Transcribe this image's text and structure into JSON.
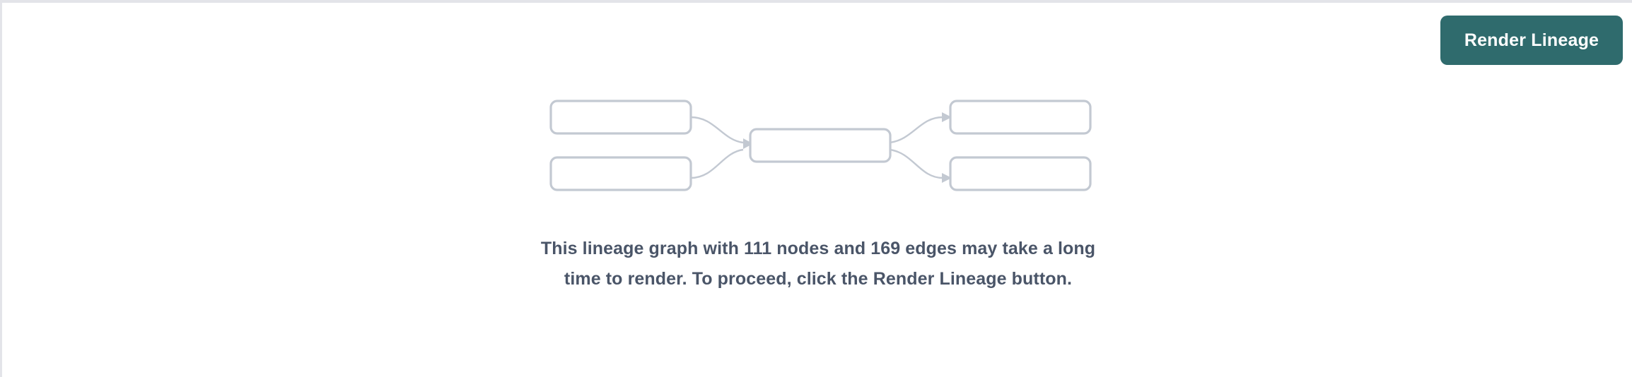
{
  "page": {
    "background_color": "#ffffff",
    "border_color": "#e3e4e9"
  },
  "toolbar": {
    "render_lineage_label": "Render Lineage",
    "accent_color": "#2f6b6d",
    "label_color": "#ffffff"
  },
  "placeholder_graph": {
    "node_border_color": "#c3c9d2",
    "node_fill_color": "#ffffff",
    "edge_color": "#c3c9d2",
    "nodes": [
      {
        "id": "source-1",
        "label": "",
        "column": "left",
        "row": "top"
      },
      {
        "id": "source-2",
        "label": "",
        "column": "left",
        "row": "bottom"
      },
      {
        "id": "center-1",
        "label": "",
        "column": "center",
        "row": "middle"
      },
      {
        "id": "target-1",
        "label": "",
        "column": "right",
        "row": "top"
      },
      {
        "id": "target-2",
        "label": "",
        "column": "right",
        "row": "bottom"
      }
    ],
    "edges": [
      {
        "from": "source-1",
        "to": "center-1"
      },
      {
        "from": "source-2",
        "to": "center-1"
      },
      {
        "from": "center-1",
        "to": "target-1"
      },
      {
        "from": "center-1",
        "to": "target-2"
      }
    ]
  },
  "message": {
    "node_count": 111,
    "edge_count": 169,
    "text": "This lineage graph with 111 nodes and 169 edges may take a long time to render. To proceed, click the Render Lineage button.",
    "text_color": "#4a5568"
  }
}
